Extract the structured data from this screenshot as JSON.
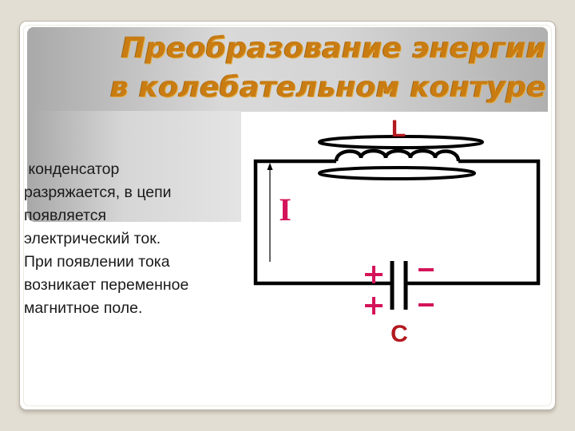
{
  "slide": {
    "title_line1": "Преобразование энергии",
    "title_line2": "в колебательном контуре",
    "body_lines": [
      " конденсатор",
      "разряжается, в цепи",
      "появляется",
      "электрический ток.",
      "При появлении тока",
      "возникает переменное",
      "магнитное поле."
    ]
  },
  "diagram": {
    "inductor_label": "L",
    "current_label": "I",
    "capacitor_label": "C",
    "plus_sign": "+",
    "minus_sign": "–"
  },
  "colors": {
    "background": "#E3DED3",
    "title": "#C97C12",
    "label_dark_red": "#B3181F",
    "label_magenta": "#D4145A",
    "wire": "#000000"
  }
}
